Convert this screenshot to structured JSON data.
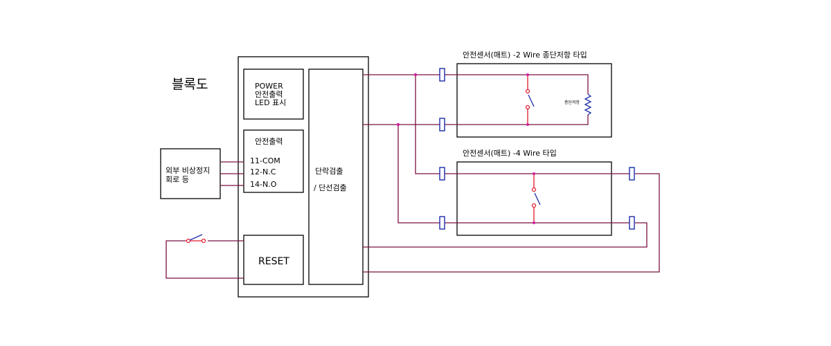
{
  "title": "블록도",
  "power_box": {
    "line1": "POWER",
    "line2": "안전출력",
    "line3": "LED 표시"
  },
  "output_box": {
    "heading": "안전출력",
    "terminals": [
      "11-COM",
      "12-N.C",
      "14-N.O"
    ]
  },
  "detect_box": {
    "line1": "단락검출",
    "line2": "/ 단선검출"
  },
  "reset_box": {
    "label": "RESET"
  },
  "external_box": {
    "line1": "외부 비상정지",
    "line2": "회로 등"
  },
  "sensor_2wire": {
    "label": "안전센서(매트) -2 Wire 종단저항 타입",
    "resistor_label": "종단저항"
  },
  "sensor_4wire": {
    "label": "안전센서(매트) -4 Wire 타입"
  },
  "colors": {
    "wire": "#7a1040",
    "contact": "#e0182a",
    "switch": "#1c2aa8",
    "connector": "#1c2aa8",
    "junction": "#d020a0",
    "box": "#000000"
  }
}
